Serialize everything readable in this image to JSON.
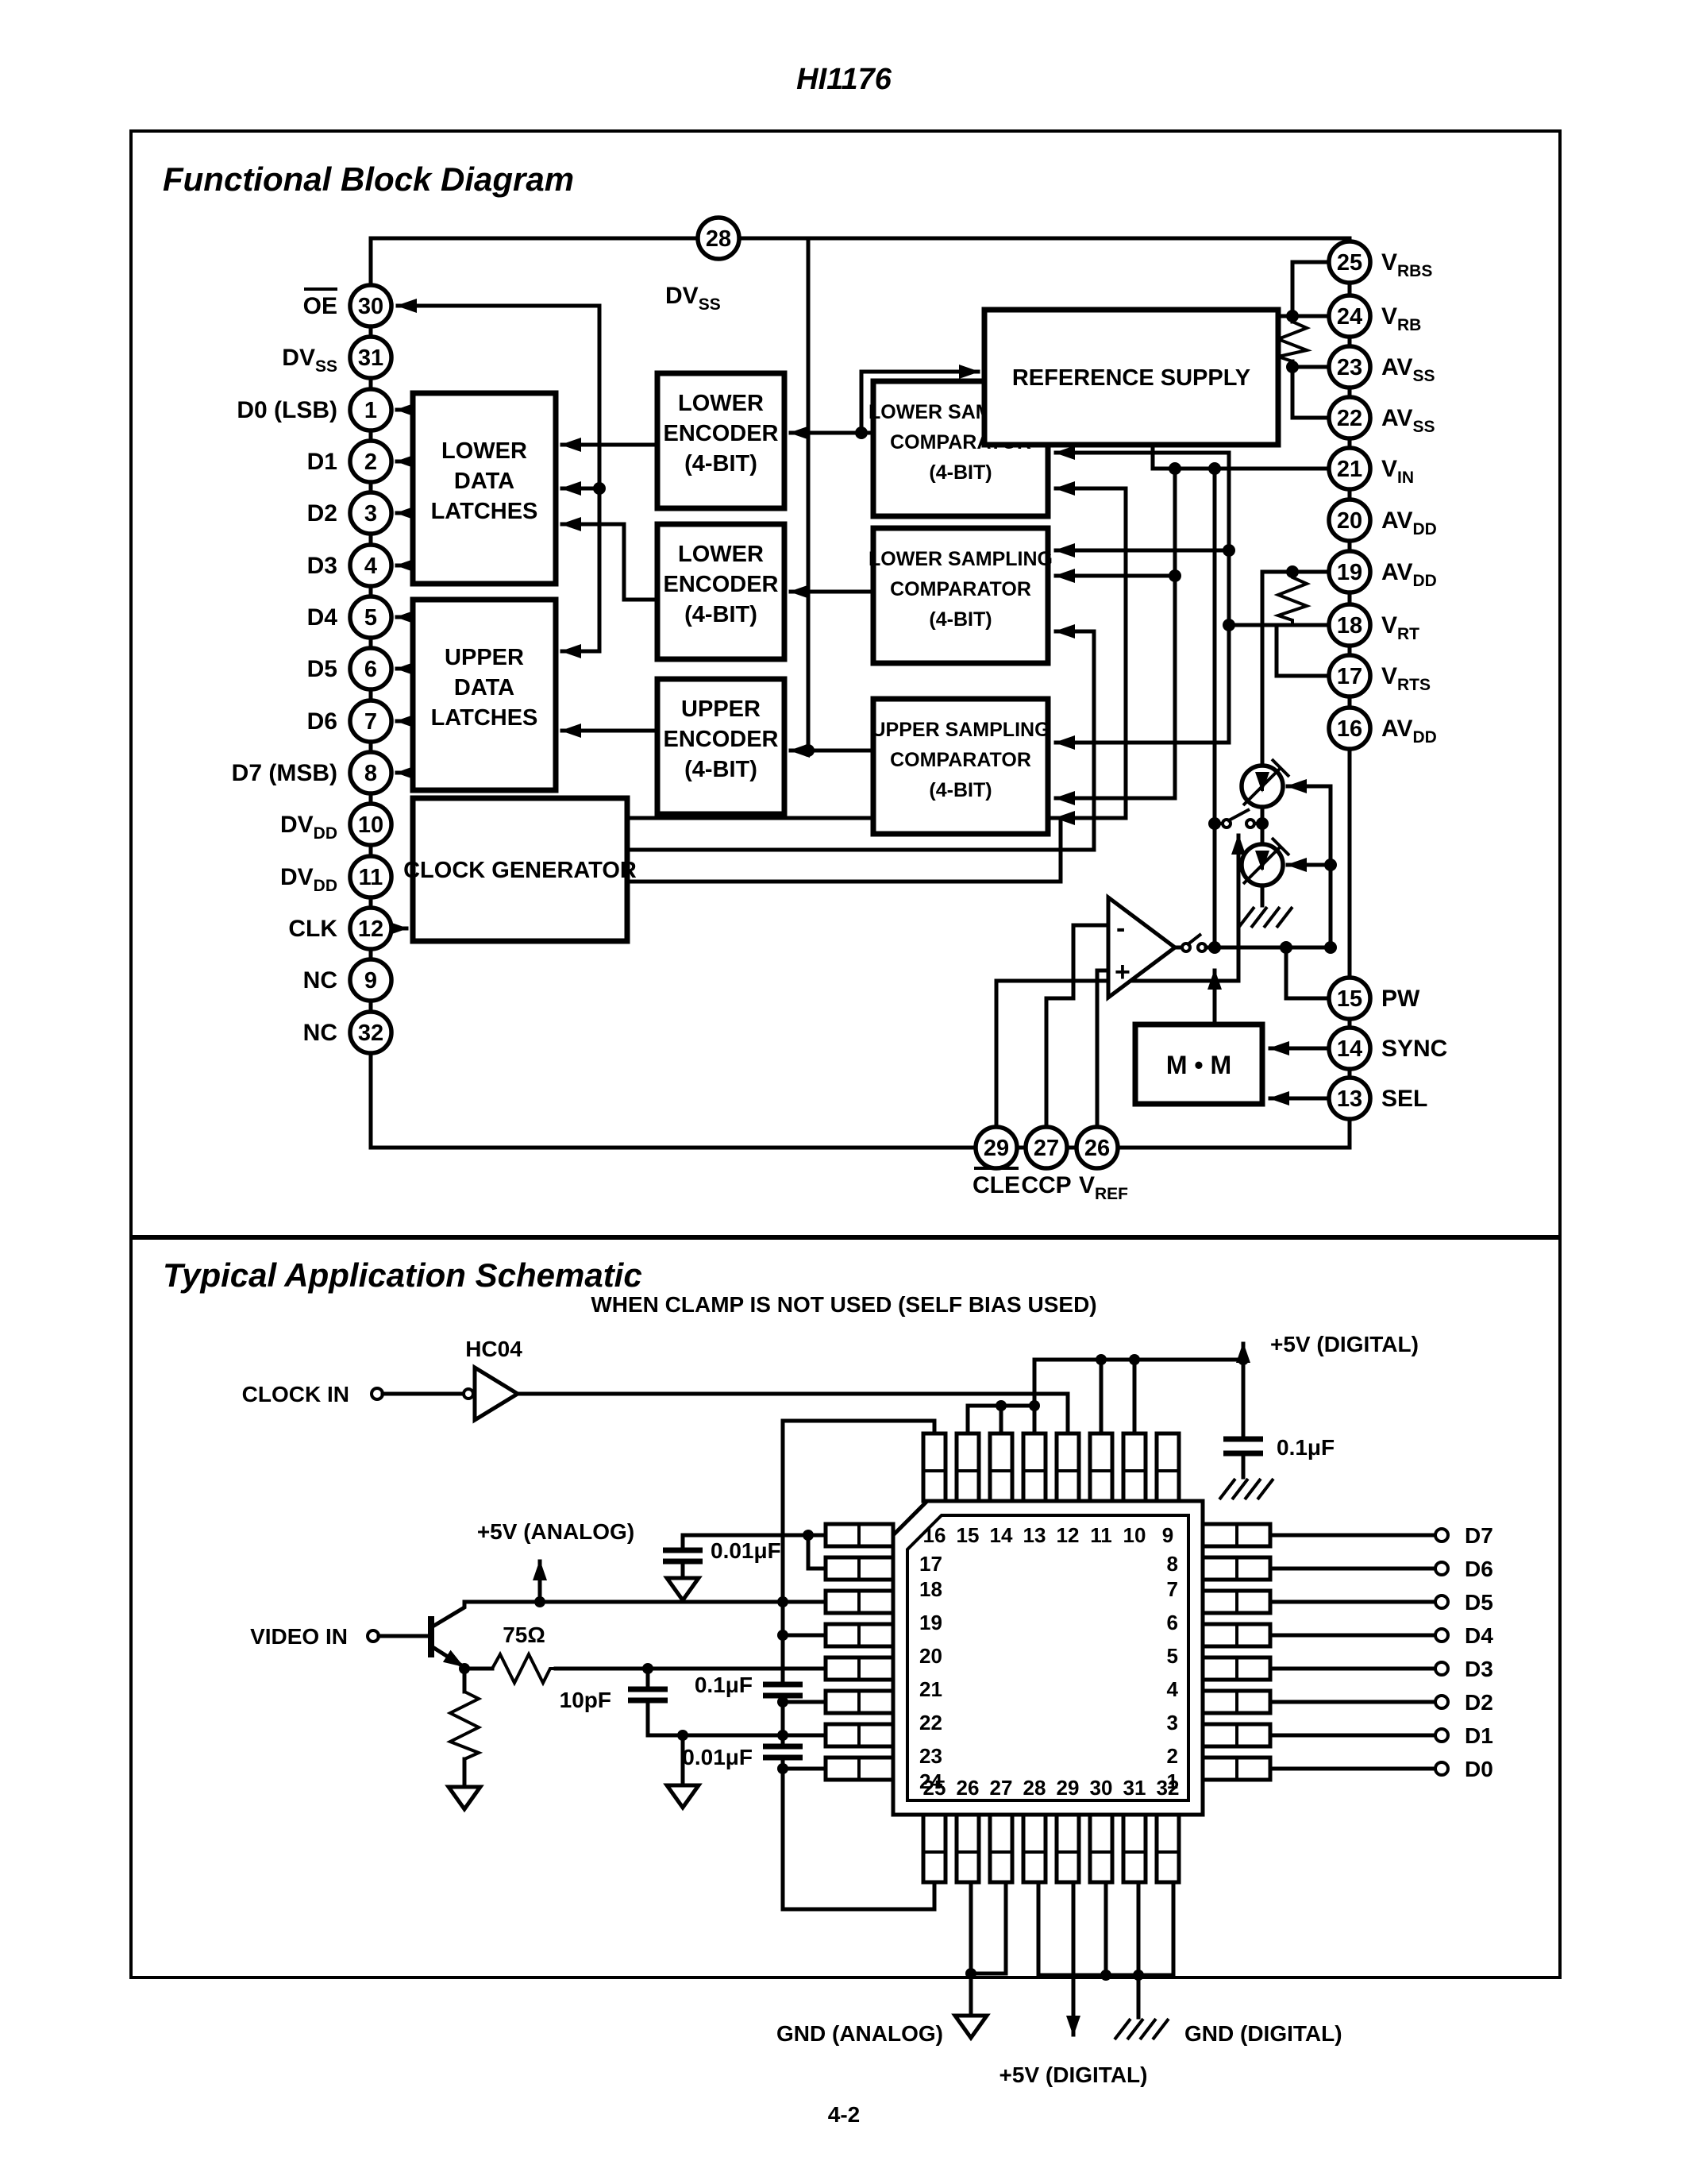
{
  "page": {
    "title": "HI1176",
    "fbd_heading": "Functional Block Diagram",
    "tas_heading": "Typical Application Schematic",
    "page_number": "4-2"
  },
  "bd": {
    "top_pin": {
      "num": "28",
      "name": "DV",
      "sub": "SS"
    },
    "left_pins": [
      {
        "num": "30",
        "name": "OE"
      },
      {
        "num": "31",
        "name": "DV",
        "sub": "SS"
      },
      {
        "num": "1",
        "name": "D0 (LSB)"
      },
      {
        "num": "2",
        "name": "D1"
      },
      {
        "num": "3",
        "name": "D2"
      },
      {
        "num": "4",
        "name": "D3"
      },
      {
        "num": "5",
        "name": "D4"
      },
      {
        "num": "6",
        "name": "D5"
      },
      {
        "num": "7",
        "name": "D6"
      },
      {
        "num": "8",
        "name": "D7 (MSB)"
      },
      {
        "num": "10",
        "name": "DV",
        "sub": "DD"
      },
      {
        "num": "11",
        "name": "DV",
        "sub": "DD"
      },
      {
        "num": "12",
        "name": "CLK"
      },
      {
        "num": "9",
        "name": "NC"
      },
      {
        "num": "32",
        "name": "NC"
      }
    ],
    "right_pins": [
      {
        "num": "25",
        "name": "V",
        "sub": "RBS"
      },
      {
        "num": "24",
        "name": "V",
        "sub": "RB"
      },
      {
        "num": "23",
        "name": "AV",
        "sub": "SS"
      },
      {
        "num": "22",
        "name": "AV",
        "sub": "SS"
      },
      {
        "num": "21",
        "name": "V",
        "sub": "IN"
      },
      {
        "num": "20",
        "name": "AV",
        "sub": "DD"
      },
      {
        "num": "19",
        "name": "AV",
        "sub": "DD"
      },
      {
        "num": "18",
        "name": "V",
        "sub": "RT"
      },
      {
        "num": "17",
        "name": "V",
        "sub": "RTS"
      },
      {
        "num": "16",
        "name": "AV",
        "sub": "DD"
      },
      {
        "num": "15",
        "name": "PW"
      },
      {
        "num": "14",
        "name": "SYNC"
      },
      {
        "num": "13",
        "name": "SEL"
      }
    ],
    "bottom_pins": [
      {
        "num": "29",
        "name": "CLE"
      },
      {
        "num": "27",
        "name": "CCP"
      },
      {
        "num": "26",
        "name": "V",
        "sub": "REF"
      }
    ],
    "blocks": {
      "reference": "REFERENCE SUPPLY",
      "lower_latches": [
        "LOWER",
        "DATA",
        "LATCHES"
      ],
      "upper_latches": [
        "UPPER",
        "DATA",
        "LATCHES"
      ],
      "lower_encoder1": [
        "LOWER",
        "ENCODER",
        "(4-BIT)"
      ],
      "lower_encoder2": [
        "LOWER",
        "ENCODER",
        "(4-BIT)"
      ],
      "upper_encoder": [
        "UPPER",
        "ENCODER",
        "(4-BIT)"
      ],
      "lower_comparator1": [
        "LOWER SAMPLING",
        "COMPARATOR",
        "(4-BIT)"
      ],
      "lower_comparator2": [
        "LOWER SAMPLING",
        "COMPARATOR",
        "(4-BIT)"
      ],
      "upper_comparator": [
        "UPPER SAMPLING",
        "COMPARATOR",
        "(4-BIT)"
      ],
      "clock_generator": "CLOCK GENERATOR",
      "mm": "M • M"
    },
    "opamp": {
      "minus": "-",
      "plus": "+"
    }
  },
  "sch": {
    "subtitle": "WHEN CLAMP IS NOT USED (SELF BIAS USED)",
    "labels": {
      "clock_in": "CLOCK IN",
      "buffer": "HC04",
      "video_in": "VIDEO IN",
      "v5_analog": "+5V (ANALOG)",
      "v5_digital_top": "+5V (DIGITAL)",
      "v5_digital_bottom": "+5V (DIGITAL)",
      "gnd_analog": "GND (ANALOG)",
      "gnd_digital": "GND (DIGITAL)",
      "r_emitter": "75Ω",
      "c_vin": "10pF",
      "c_digital": "0.1μF",
      "c_vrt": "0.01μF",
      "c_avdd": "0.1μF",
      "c_vrb": "0.01μF"
    },
    "chip": {
      "top": [
        "16",
        "15",
        "14",
        "13",
        "12",
        "11",
        "10",
        "9"
      ],
      "left": [
        "17",
        "18",
        "19",
        "20",
        "21",
        "22",
        "23",
        "24"
      ],
      "right": [
        "8",
        "7",
        "6",
        "5",
        "4",
        "3",
        "2",
        "1"
      ],
      "bottom": [
        "25",
        "26",
        "27",
        "28",
        "29",
        "30",
        "31",
        "32"
      ]
    },
    "outputs": [
      "D7",
      "D6",
      "D5",
      "D4",
      "D3",
      "D2",
      "D1",
      "D0"
    ]
  }
}
